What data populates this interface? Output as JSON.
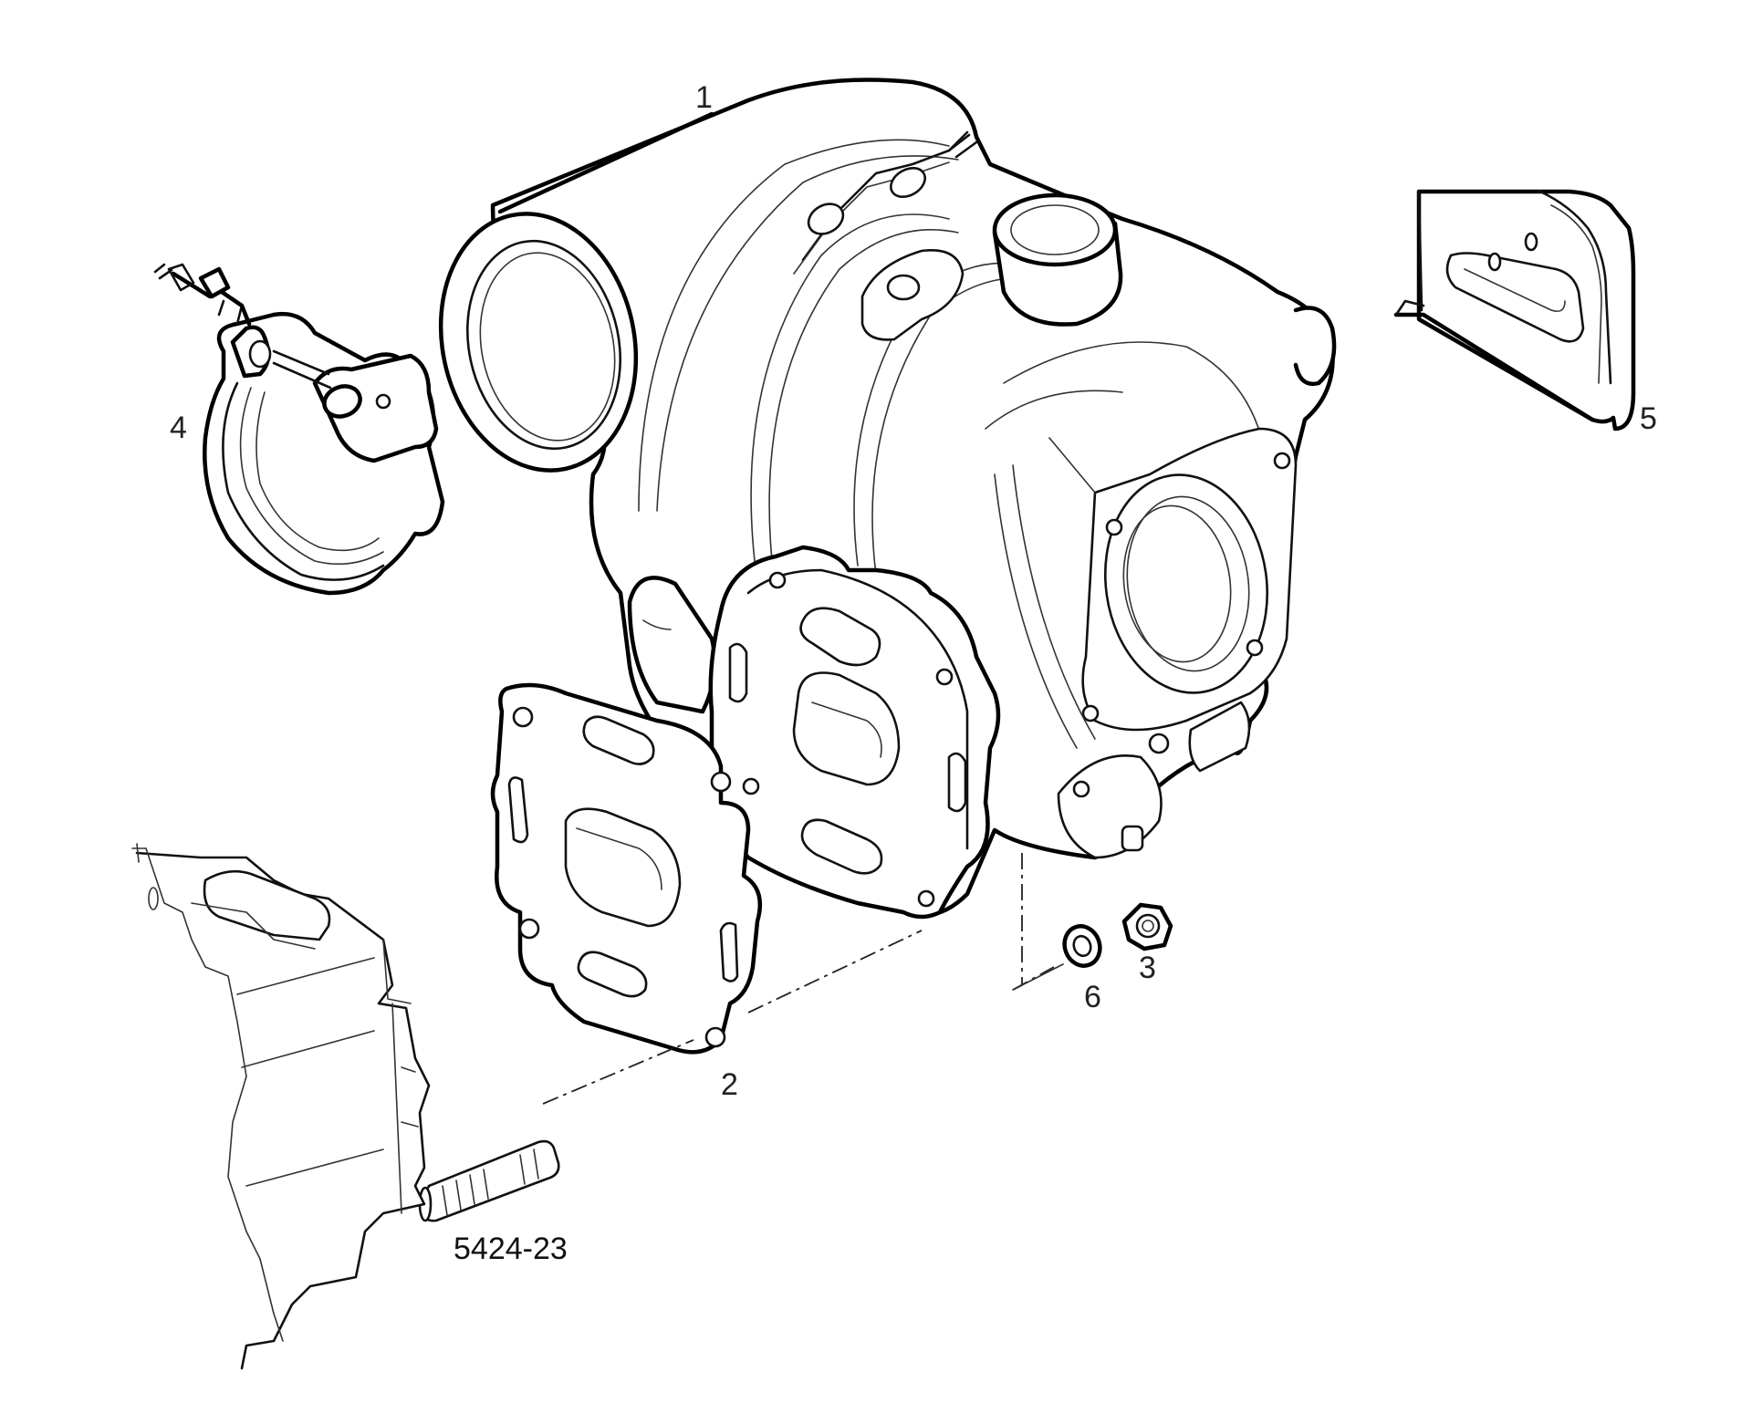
{
  "figure": {
    "id": "5424-23"
  },
  "callouts": [
    {
      "number": "1",
      "part": "turbocharger"
    },
    {
      "number": "2",
      "part": "gasket"
    },
    {
      "number": "3",
      "part": "nut"
    },
    {
      "number": "4",
      "part": "v-band-clamp"
    },
    {
      "number": "5",
      "part": "heat-shield"
    },
    {
      "number": "6",
      "part": "washer"
    }
  ],
  "colors": {
    "line": "#000000",
    "background": "#ffffff"
  }
}
